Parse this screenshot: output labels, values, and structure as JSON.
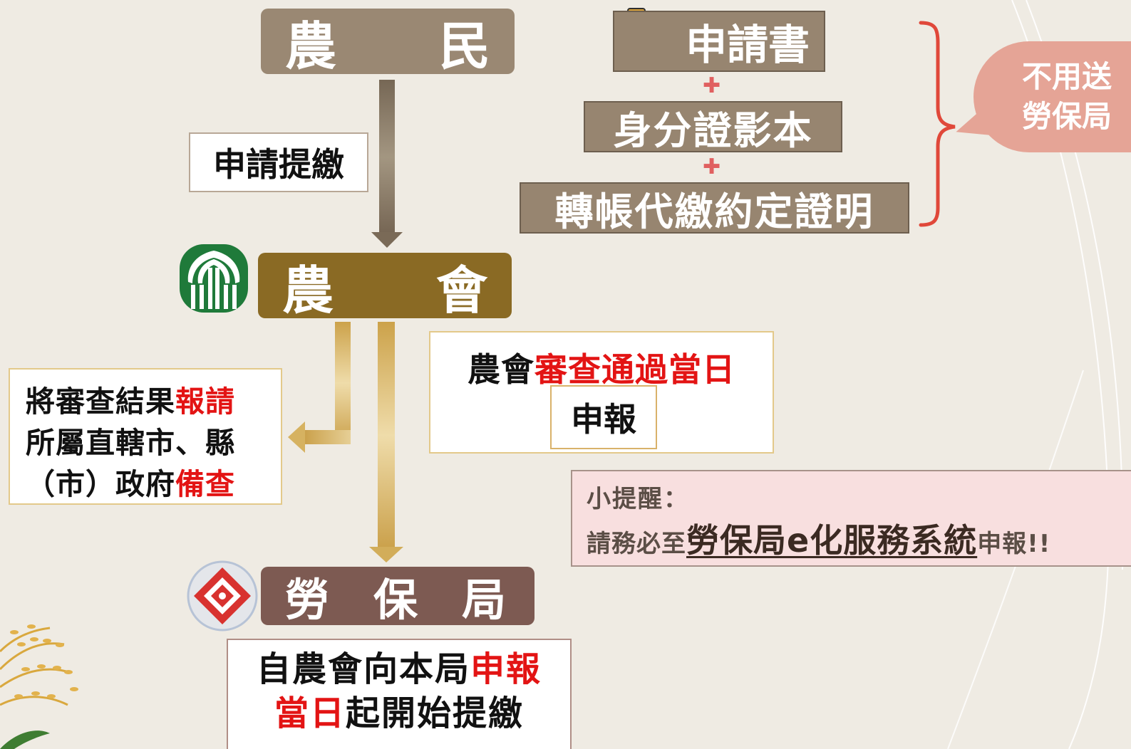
{
  "farmer": {
    "left": "農",
    "right": "民"
  },
  "apply_label": "申請提繳",
  "documents": {
    "application_form": "申請書",
    "id_copy": "身分證影本",
    "transfer_certificate": "轉帳代繳約定證明",
    "plus": "✚"
  },
  "bubble": {
    "line1": "不用送",
    "line2": "勞保局"
  },
  "farmers_association": {
    "left": "農",
    "right": "會"
  },
  "review": {
    "prefix": "農會",
    "highlight": "審查通過當日",
    "declare": "申報"
  },
  "report_gov": {
    "line1_a": "將審查結果",
    "line1_b": "報請",
    "line2": "所屬直轄市、縣",
    "line3_a": "（市）政府",
    "line3_b": "備查"
  },
  "reminder": {
    "title": "小提醒：",
    "prefix": "請務必至",
    "system": "勞保局e化服務系統",
    "suffix": "申報!!"
  },
  "bli": {
    "c1": "勞",
    "c2": "保",
    "c3": "局"
  },
  "start": {
    "line1_a": "自農會向本局",
    "line1_b": "申報",
    "line2_a": "當日",
    "line2_b": "起開始提繳"
  },
  "colors": {
    "background": "#efebe3",
    "farmer": "#9a8873",
    "association": "#8a6a24",
    "bli": "#7d5a52",
    "arrow_brown": "#8a7a66",
    "arrow_gold": "#d8b567",
    "highlight_red": "#e31414",
    "brace": "#e0483a",
    "bubble": "#e5a496"
  }
}
